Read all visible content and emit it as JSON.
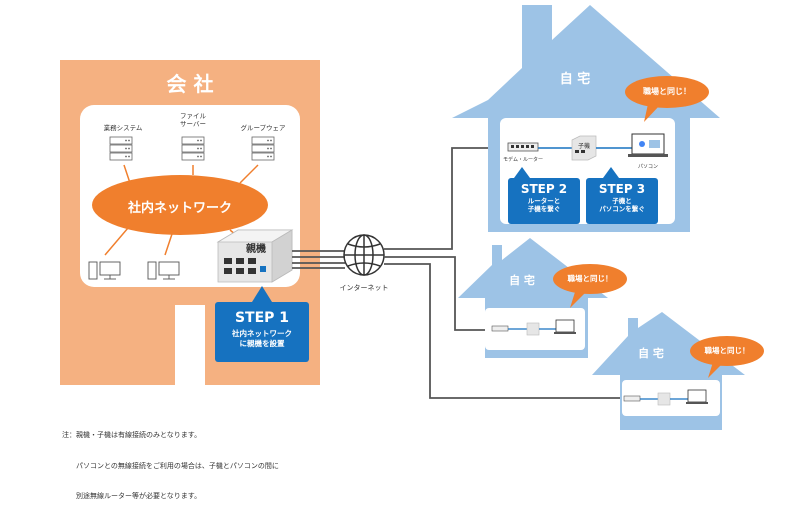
{
  "company": {
    "title": "会 社",
    "systems": [
      {
        "label": "業務システム"
      },
      {
        "label": "ファイル\nサーバー"
      },
      {
        "label": "グループウェア"
      }
    ],
    "network_label": "社内ネットワーク",
    "parent_device_label": "親機"
  },
  "internet": {
    "label": "インターネット"
  },
  "home_main": {
    "title": "自 宅",
    "bubble": "職場と同じ！",
    "modem_label": "モデム・ルーター",
    "child_device_label": "子機",
    "pc_label": "パソコン"
  },
  "home_2": {
    "title": "自 宅",
    "bubble": "職場と同じ！"
  },
  "home_3": {
    "title": "自 宅",
    "bubble": "職場と同じ！"
  },
  "steps": [
    {
      "title": "STEP 1",
      "desc_line1": "社内ネットワーク",
      "desc_line2": "に親機を設置"
    },
    {
      "title": "STEP 2",
      "desc_line1": "ルーターと",
      "desc_line2": "子機を繋ぐ"
    },
    {
      "title": "STEP 3",
      "desc_line1": "子機と",
      "desc_line2": "パソコンを繋ぐ"
    }
  ],
  "note": {
    "line1": "注：親機・子機は有線接続のみとなります。",
    "line2": "　　パソコンとの無線接続をご利用の場合は、子機とパソコンの間に",
    "line3": "　　別途無線ルーター等が必要となります。"
  },
  "colors": {
    "company_bg": "#f5b181",
    "orange": "#f07f2d",
    "home_blue": "#9dc3e6",
    "step_blue": "#1672c0",
    "line_gray": "#555555"
  }
}
